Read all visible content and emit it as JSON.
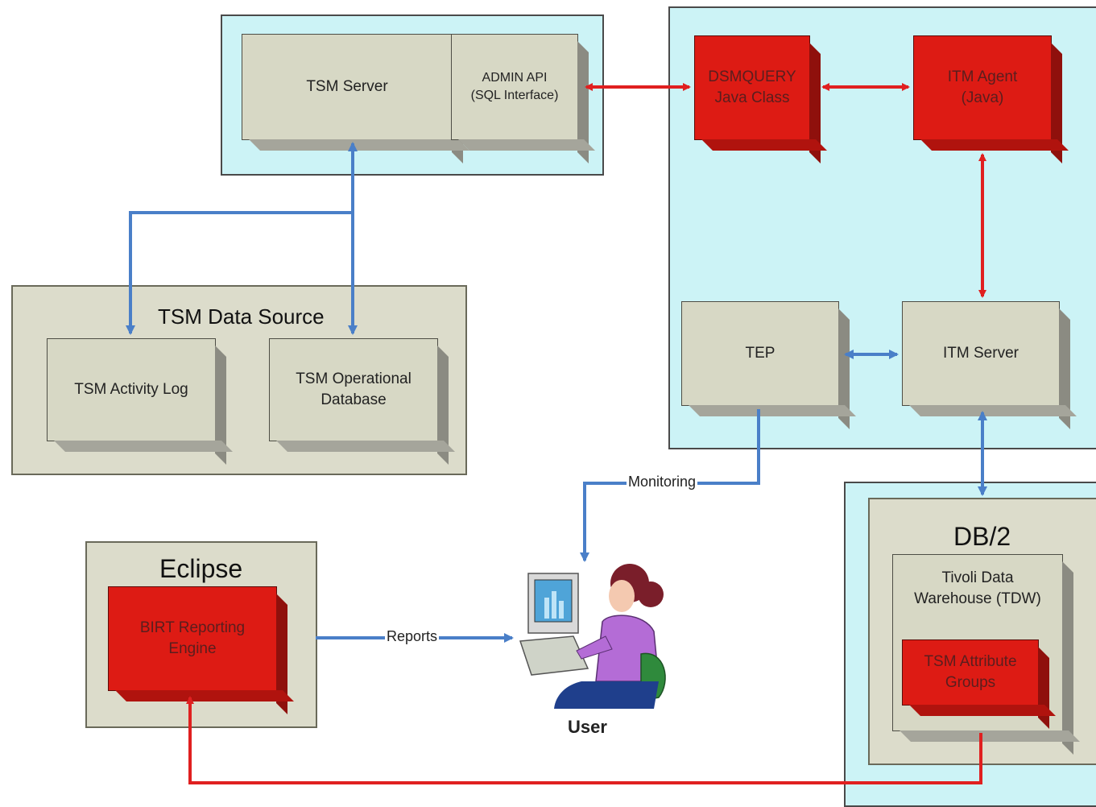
{
  "nodes": {
    "tsm_server": "TSM Server",
    "admin_api": "ADMIN API\n(SQL Interface)",
    "dsmquery": "DSMQUERY\nJava Class",
    "itm_agent": "ITM Agent\n(Java)",
    "tep": "TEP",
    "itm_server": "ITM Server",
    "tsm_activity_log": "TSM Activity Log",
    "tsm_operational_db": "TSM Operational\nDatabase",
    "birt_engine": "BIRT Reporting\nEngine",
    "tivoli_dw": "Tivoli Data\nWarehouse (TDW)",
    "tsm_attribute_groups": "TSM Attribute\nGroups",
    "user": "User"
  },
  "groups": {
    "tsm_data_source": "TSM Data Source",
    "eclipse": "Eclipse",
    "db2": "DB/2"
  },
  "edge_labels": {
    "monitoring": "Monitoring",
    "reports": "Reports"
  },
  "colors": {
    "blue_zone": "#ccf3f6",
    "beige_zone": "#dcdccb",
    "red_box": "#dd1b14",
    "red_arrow": "#e02020",
    "blue_arrow": "#4a7fc8"
  }
}
